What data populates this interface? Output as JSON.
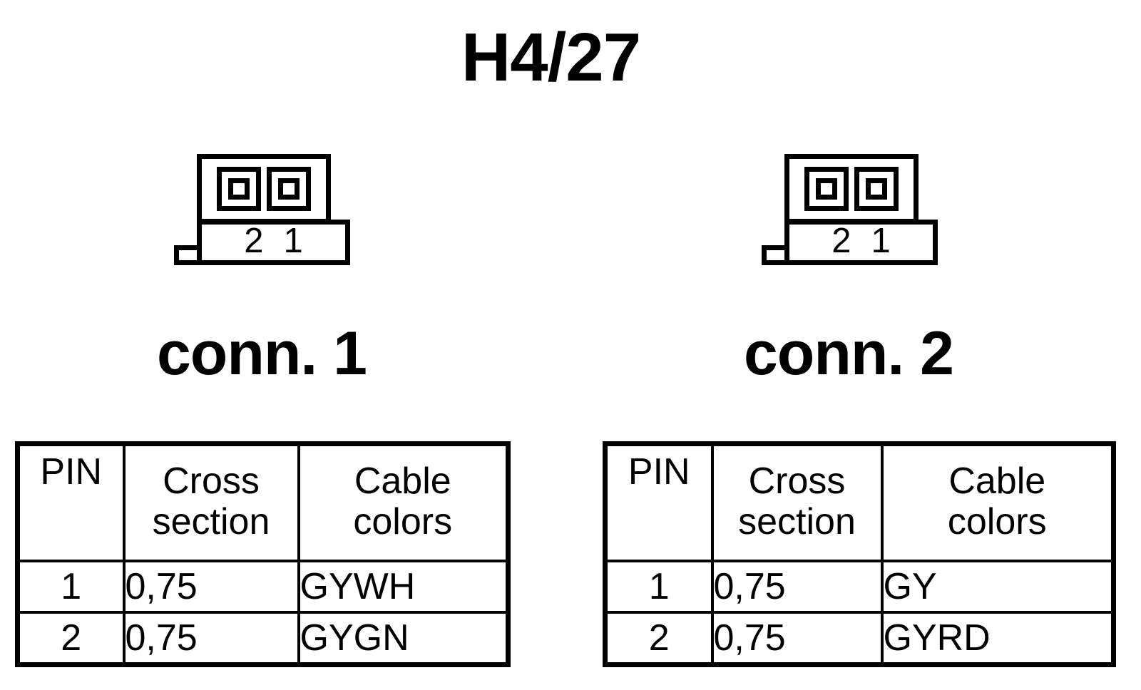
{
  "title": "H4/27",
  "connectors": [
    {
      "id": "conn1",
      "caption": "conn. 1",
      "symbol": {
        "pin_labels": [
          "2",
          "1"
        ],
        "pin_count": 2
      },
      "table": {
        "headers": {
          "pin": "PIN",
          "cross_section_line1": "Cross",
          "cross_section_line2": "section",
          "cable_colors_line1": "Cable",
          "cable_colors_line2": "colors"
        },
        "rows": [
          {
            "pin": "1",
            "cross_section": "0,75",
            "cable_colors": "GYWH"
          },
          {
            "pin": "2",
            "cross_section": "0,75",
            "cable_colors": "GYGN"
          }
        ]
      }
    },
    {
      "id": "conn2",
      "caption": "conn. 2",
      "symbol": {
        "pin_labels": [
          "2",
          "1"
        ],
        "pin_count": 2
      },
      "table": {
        "headers": {
          "pin": "PIN",
          "cross_section_line1": "Cross",
          "cross_section_line2": "section",
          "cable_colors_line1": "Cable",
          "cable_colors_line2": "colors"
        },
        "rows": [
          {
            "pin": "1",
            "cross_section": "0,75",
            "cable_colors": "GY"
          },
          {
            "pin": "2",
            "cross_section": "0,75",
            "cable_colors": "GYRD"
          }
        ]
      }
    }
  ],
  "colors": {
    "ink": "#000000",
    "background": "#ffffff"
  }
}
